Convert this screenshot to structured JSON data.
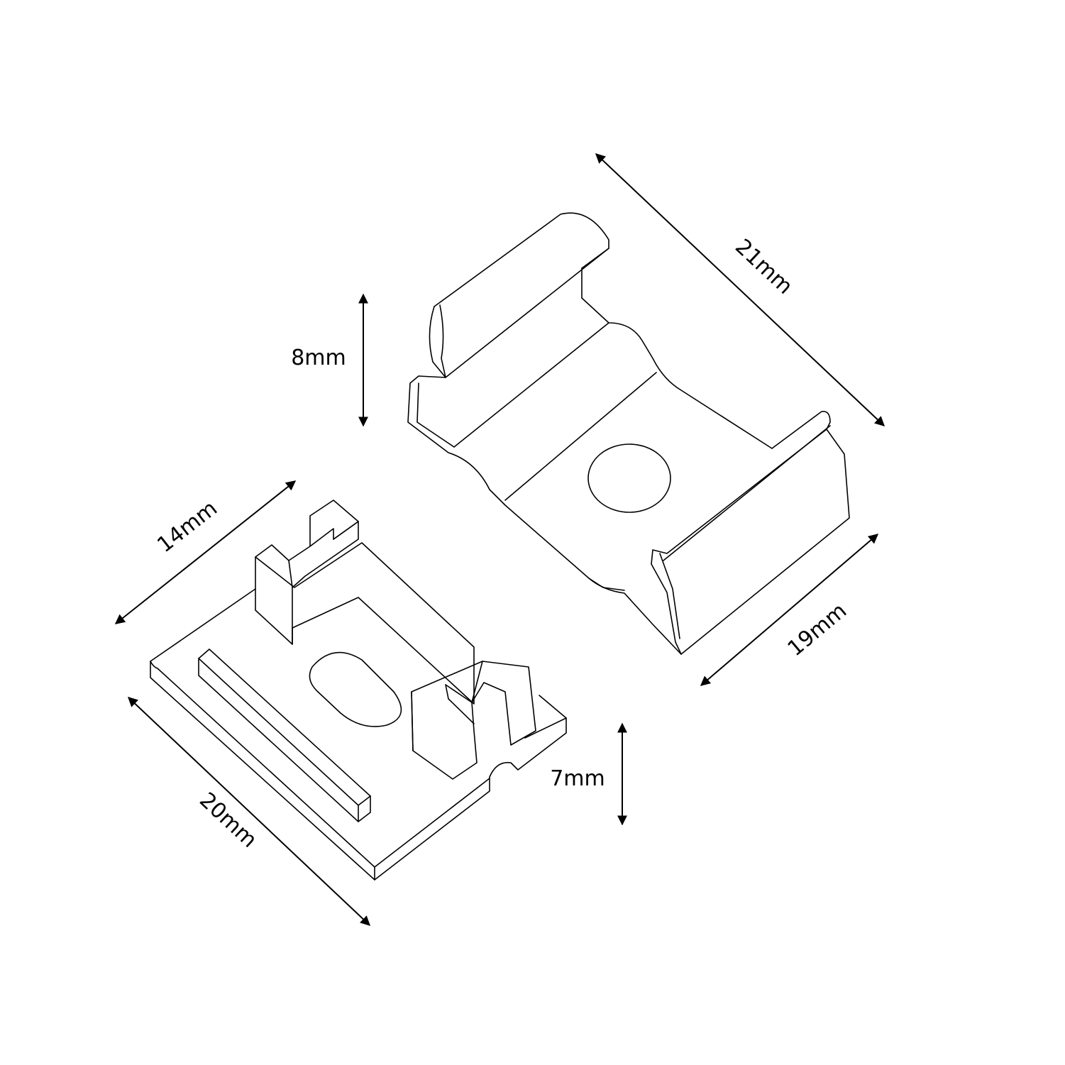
{
  "title": "Mounting clip dimension drawing",
  "colors": {
    "line": "#000000",
    "background": "#ffffff"
  },
  "dimensions": {
    "clip_length": "21mm",
    "clip_height": "8mm",
    "clip_width": "19mm",
    "base_width": "14mm",
    "base_length": "20mm",
    "base_height": "7mm"
  }
}
